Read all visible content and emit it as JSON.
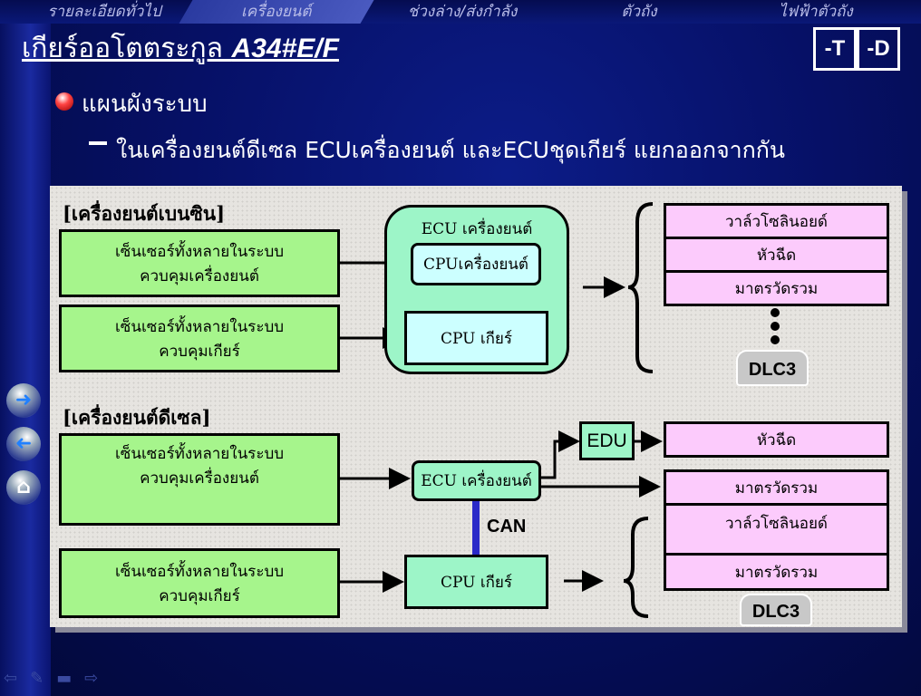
{
  "nav_tabs": [
    "รายละเอียดทั่วไป",
    "เครื่องยนต์",
    "ช่วงล่าง/ส่งกำลัง",
    "ตัวถัง",
    "ไฟฟ้าตัวถัง"
  ],
  "active_tab": "เครื่องยนต์",
  "title": {
    "thai": "เกียร์ออโตตระกูล ",
    "model": "A34#E/F"
  },
  "variant_buttons": [
    "-T",
    "-D"
  ],
  "bullet": "แผนผังระบบ",
  "subpoint": "ในเครื่องยนต์ดีเซล ECUเครื่องยนต์ และECUชุดเกียร์  แยกออกจากกัน",
  "petrol": {
    "heading": "[เครื่องยนต์เบนซิน]",
    "sensor_engine": "เซ็นเซอร์ทั้งหลายในระบบควบคุมเครื่องยนต์",
    "sensor_gear": "เซ็นเซอร์ทั้งหลายในระบบควบคุมเกียร์",
    "ecu": "ECU เครื่องยนต์",
    "cpu_engine": "CPUเครื่องยนต์",
    "cpu_gear": "CPU เกียร์",
    "outputs": [
      "วาล์วโซลินอยด์",
      "หัวฉีด",
      "มาตรวัดรวม"
    ],
    "dlc": "DLC3"
  },
  "diesel": {
    "heading": "[เครื่องยนต์ดีเซล]",
    "sensor_engine": "เซ็นเซอร์ทั้งหลายในระบบควบคุมเครื่องยนต์",
    "sensor_gear": "เซ็นเซอร์ทั้งหลายในระบบควบคุมเกียร์",
    "ecu": "ECU เครื่องยนต์",
    "can": "CAN",
    "edu": "EDU",
    "cpu_gear": "CPU เกียร์",
    "outputs": [
      "หัวฉีด",
      "มาตรวัดรวม",
      "วาล์วโซลินอยด์",
      "มาตรวัดรวม"
    ],
    "dlc": "DLC3"
  },
  "nav_buttons": [
    "next",
    "back",
    "home"
  ]
}
